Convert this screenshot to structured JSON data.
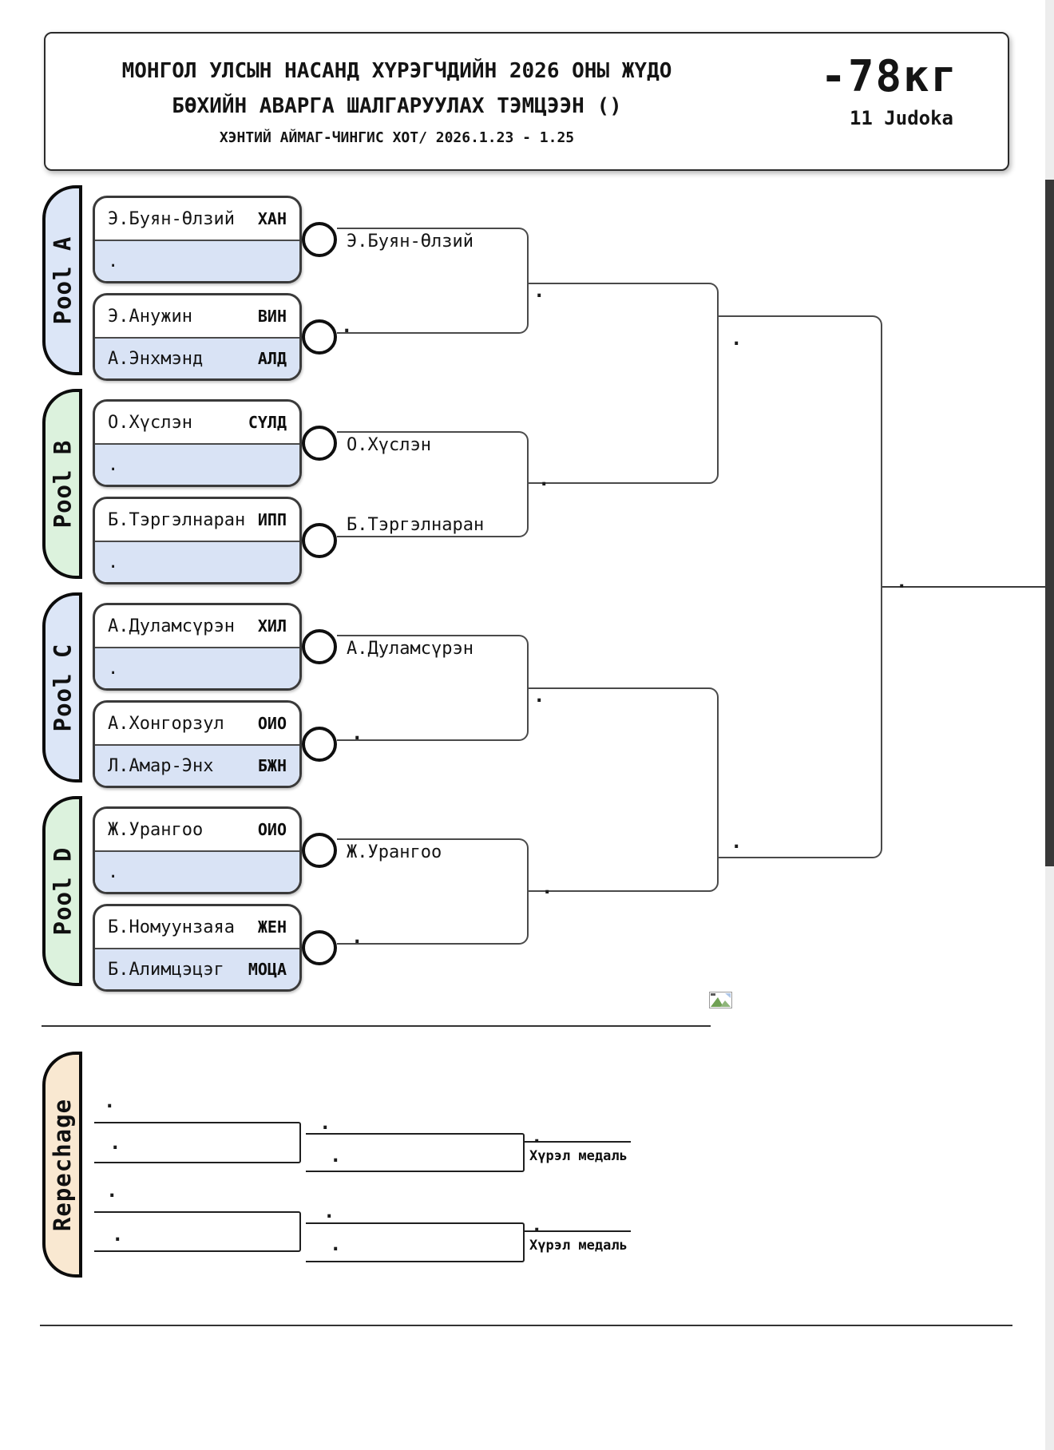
{
  "header": {
    "title_line1": "МОНГОЛ УЛСЫН НАСАНД ХҮРЭГЧДИЙН 2026 ОНЫ ЖҮДО",
    "title_line2": "БӨХИЙН АВАРГА ШАЛГАРУУЛАХ ТЭМЦЭЭН ()",
    "subtitle": "ХЭНТИЙ АЙМАГ-ЧИНГИС ХОТ/ 2026.1.23 - 1.25",
    "weight_class": "-78кг",
    "judoka_count": "11 Judoka"
  },
  "pools": [
    {
      "label": "Pool A",
      "boxes": [
        {
          "rows": [
            {
              "name": "Э.Буян-Өлзий",
              "club": "ХАН"
            },
            {
              "name": ".",
              "club": ""
            }
          ]
        },
        {
          "rows": [
            {
              "name": "Э.Анужин",
              "club": "ВИН"
            },
            {
              "name": "А.Энхмэнд",
              "club": "АЛД"
            }
          ]
        }
      ],
      "winners": [
        "Э.Буян-Өлзий",
        "."
      ]
    },
    {
      "label": "Pool B",
      "boxes": [
        {
          "rows": [
            {
              "name": "О.Хүслэн",
              "club": "СҮЛД"
            },
            {
              "name": ".",
              "club": ""
            }
          ]
        },
        {
          "rows": [
            {
              "name": "Б.Тэргэлнаран",
              "club": "ИПП"
            },
            {
              "name": ".",
              "club": ""
            }
          ]
        }
      ],
      "winners": [
        "О.Хүслэн",
        "Б.Тэргэлнаран"
      ]
    },
    {
      "label": "Pool C",
      "boxes": [
        {
          "rows": [
            {
              "name": "А.Дуламсүрэн",
              "club": "ХИЛ"
            },
            {
              "name": ".",
              "club": ""
            }
          ]
        },
        {
          "rows": [
            {
              "name": "А.Хонгорзул",
              "club": "ОИО"
            },
            {
              "name": "Л.Амар-Энх",
              "club": "БЖН"
            }
          ]
        }
      ],
      "winners": [
        "А.Дуламсүрэн",
        "."
      ]
    },
    {
      "label": "Pool D",
      "boxes": [
        {
          "rows": [
            {
              "name": "Ж.Урангоо",
              "club": "ОИО"
            },
            {
              "name": ".",
              "club": ""
            }
          ]
        },
        {
          "rows": [
            {
              "name": "Б.Номуунзаяа",
              "club": "ЖЕН"
            },
            {
              "name": "Б.Алимцэцэг",
              "club": "МОЦА"
            }
          ]
        }
      ],
      "winners": [
        "Ж.Урангоо",
        "."
      ]
    }
  ],
  "bracket": {
    "semifinal_slots": [
      ".",
      ".",
      ".",
      "."
    ],
    "final_slots": [
      ".",
      "."
    ],
    "champion_slot": "."
  },
  "repechage": {
    "label": "Repechage",
    "slot_dots": [
      ".",
      ".",
      ".",
      ".",
      ".",
      ".",
      ".",
      ".",
      ".",
      "."
    ],
    "bronze_labels": [
      "Хүрэл медаль",
      "Хүрэл медаль"
    ]
  },
  "icons": {
    "placeholder_image": "broken-image-icon"
  },
  "colors": {
    "pool_blue": "#dce6f7",
    "pool_green": "#dcf2dd",
    "repechage_peach": "#f9e8d1",
    "row_blue": "#d9e3f5",
    "line": "#4a4a4a"
  }
}
